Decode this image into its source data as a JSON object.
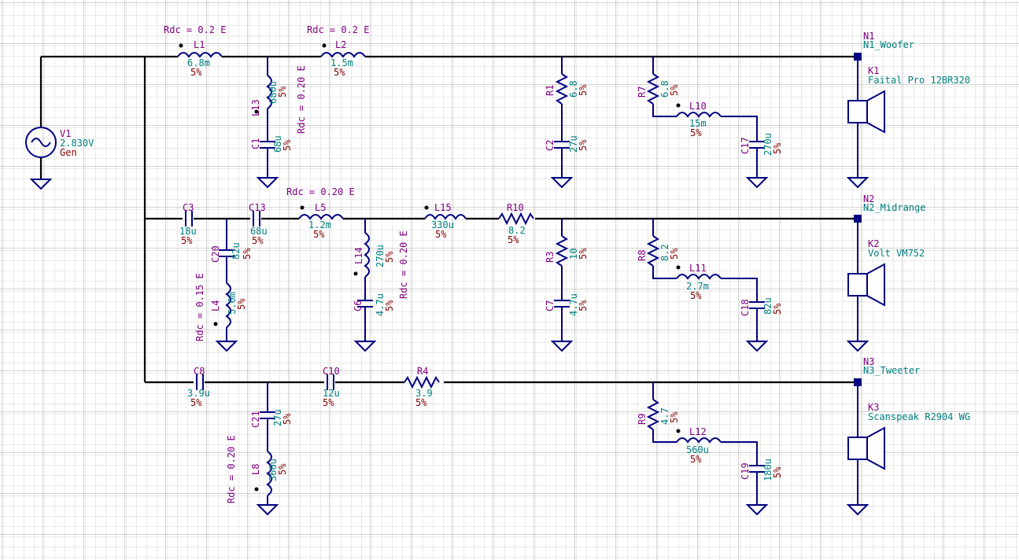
{
  "generator": {
    "name": "V1",
    "value": "2.830V",
    "type": "Gen"
  },
  "nodes": [
    {
      "id": "n1",
      "name": "N1",
      "label": "N1_Woofer"
    },
    {
      "id": "n2",
      "name": "N2",
      "label": "N2_Midrange"
    },
    {
      "id": "n3",
      "name": "N3",
      "label": "N3_Tweeter"
    }
  ],
  "speakers": [
    {
      "name": "K1",
      "model": "Faital Pro 12BR320"
    },
    {
      "name": "K2",
      "model": "Volt VM752"
    },
    {
      "name": "K3",
      "model": "Scanspeak R2904 WG"
    }
  ],
  "components": {
    "L1": {
      "name": "L1",
      "value": "6.8m",
      "tol": "5%",
      "rdc": "Rdc = 0.2 E"
    },
    "L2": {
      "name": "L2",
      "value": "1.5m",
      "tol": "5%",
      "rdc": "Rdc = 0.2 E"
    },
    "L13": {
      "name": "L13",
      "value": "680u",
      "tol": "5%",
      "rdc": "Rdc = 0.20 E"
    },
    "C1": {
      "name": "C1",
      "value": "68u",
      "tol": "5%"
    },
    "R1": {
      "name": "R1",
      "value": "6.8",
      "tol": "5%"
    },
    "C2": {
      "name": "C2",
      "value": "27u",
      "tol": "5%"
    },
    "R7": {
      "name": "R7",
      "value": "6.8",
      "tol": "5%"
    },
    "L10": {
      "name": "L10",
      "value": "15m",
      "tol": "5%"
    },
    "C17": {
      "name": "C17",
      "value": "270u",
      "tol": "5%"
    },
    "C3": {
      "name": "C3",
      "value": "18u",
      "tol": "5%"
    },
    "C13": {
      "name": "C13",
      "value": "68u",
      "tol": "5%"
    },
    "L5": {
      "name": "L5",
      "value": "1.2m",
      "tol": "5%",
      "rdc": "Rdc = 0.20 E"
    },
    "L15": {
      "name": "L15",
      "value": "330u",
      "tol": "5%"
    },
    "R10": {
      "name": "R10",
      "value": "8.2",
      "tol": "5%"
    },
    "C20": {
      "name": "C20",
      "value": "82u",
      "tol": "5%"
    },
    "L4": {
      "name": "L4",
      "value": "5.6m",
      "tol": "5%",
      "rdc": "Rdc = 0.15 E"
    },
    "L14": {
      "name": "L14",
      "value": "270u",
      "tol": "5%",
      "rdc": "Rdc = 0.20 E"
    },
    "C6": {
      "name": "C6",
      "value": "4.7u",
      "tol": "5%"
    },
    "R3": {
      "name": "R3",
      "value": "10",
      "tol": "5%"
    },
    "C7": {
      "name": "C7",
      "value": "4.7u",
      "tol": "5%"
    },
    "R8": {
      "name": "R8",
      "value": "8.2",
      "tol": "5%"
    },
    "L11": {
      "name": "L11",
      "value": "2.7m",
      "tol": "5%"
    },
    "C18": {
      "name": "C18",
      "value": "82u",
      "tol": "5%"
    },
    "C8": {
      "name": "C8",
      "value": "3.9u",
      "tol": "5%"
    },
    "C10": {
      "name": "C10",
      "value": "12u",
      "tol": "5%"
    },
    "R4": {
      "name": "R4",
      "value": "3.9",
      "tol": "5%"
    },
    "C21": {
      "name": "C21",
      "value": "27u",
      "tol": "5%"
    },
    "L8": {
      "name": "L8",
      "value": "360u",
      "tol": "5%",
      "rdc": "Rdc = 0.20 E"
    },
    "R9": {
      "name": "R9",
      "value": "4.7",
      "tol": "5%"
    },
    "L12": {
      "name": "L12",
      "value": "560u",
      "tol": "5%"
    },
    "C19": {
      "name": "C19",
      "value": "180u",
      "tol": "5%"
    }
  },
  "colors": {
    "wire": "#000080",
    "bus": "#000000",
    "name": "#800080",
    "value": "#008080",
    "tolerance": "#800000",
    "grid_minor": "#d4d4d4",
    "grid_major": "#a8a8a8"
  }
}
